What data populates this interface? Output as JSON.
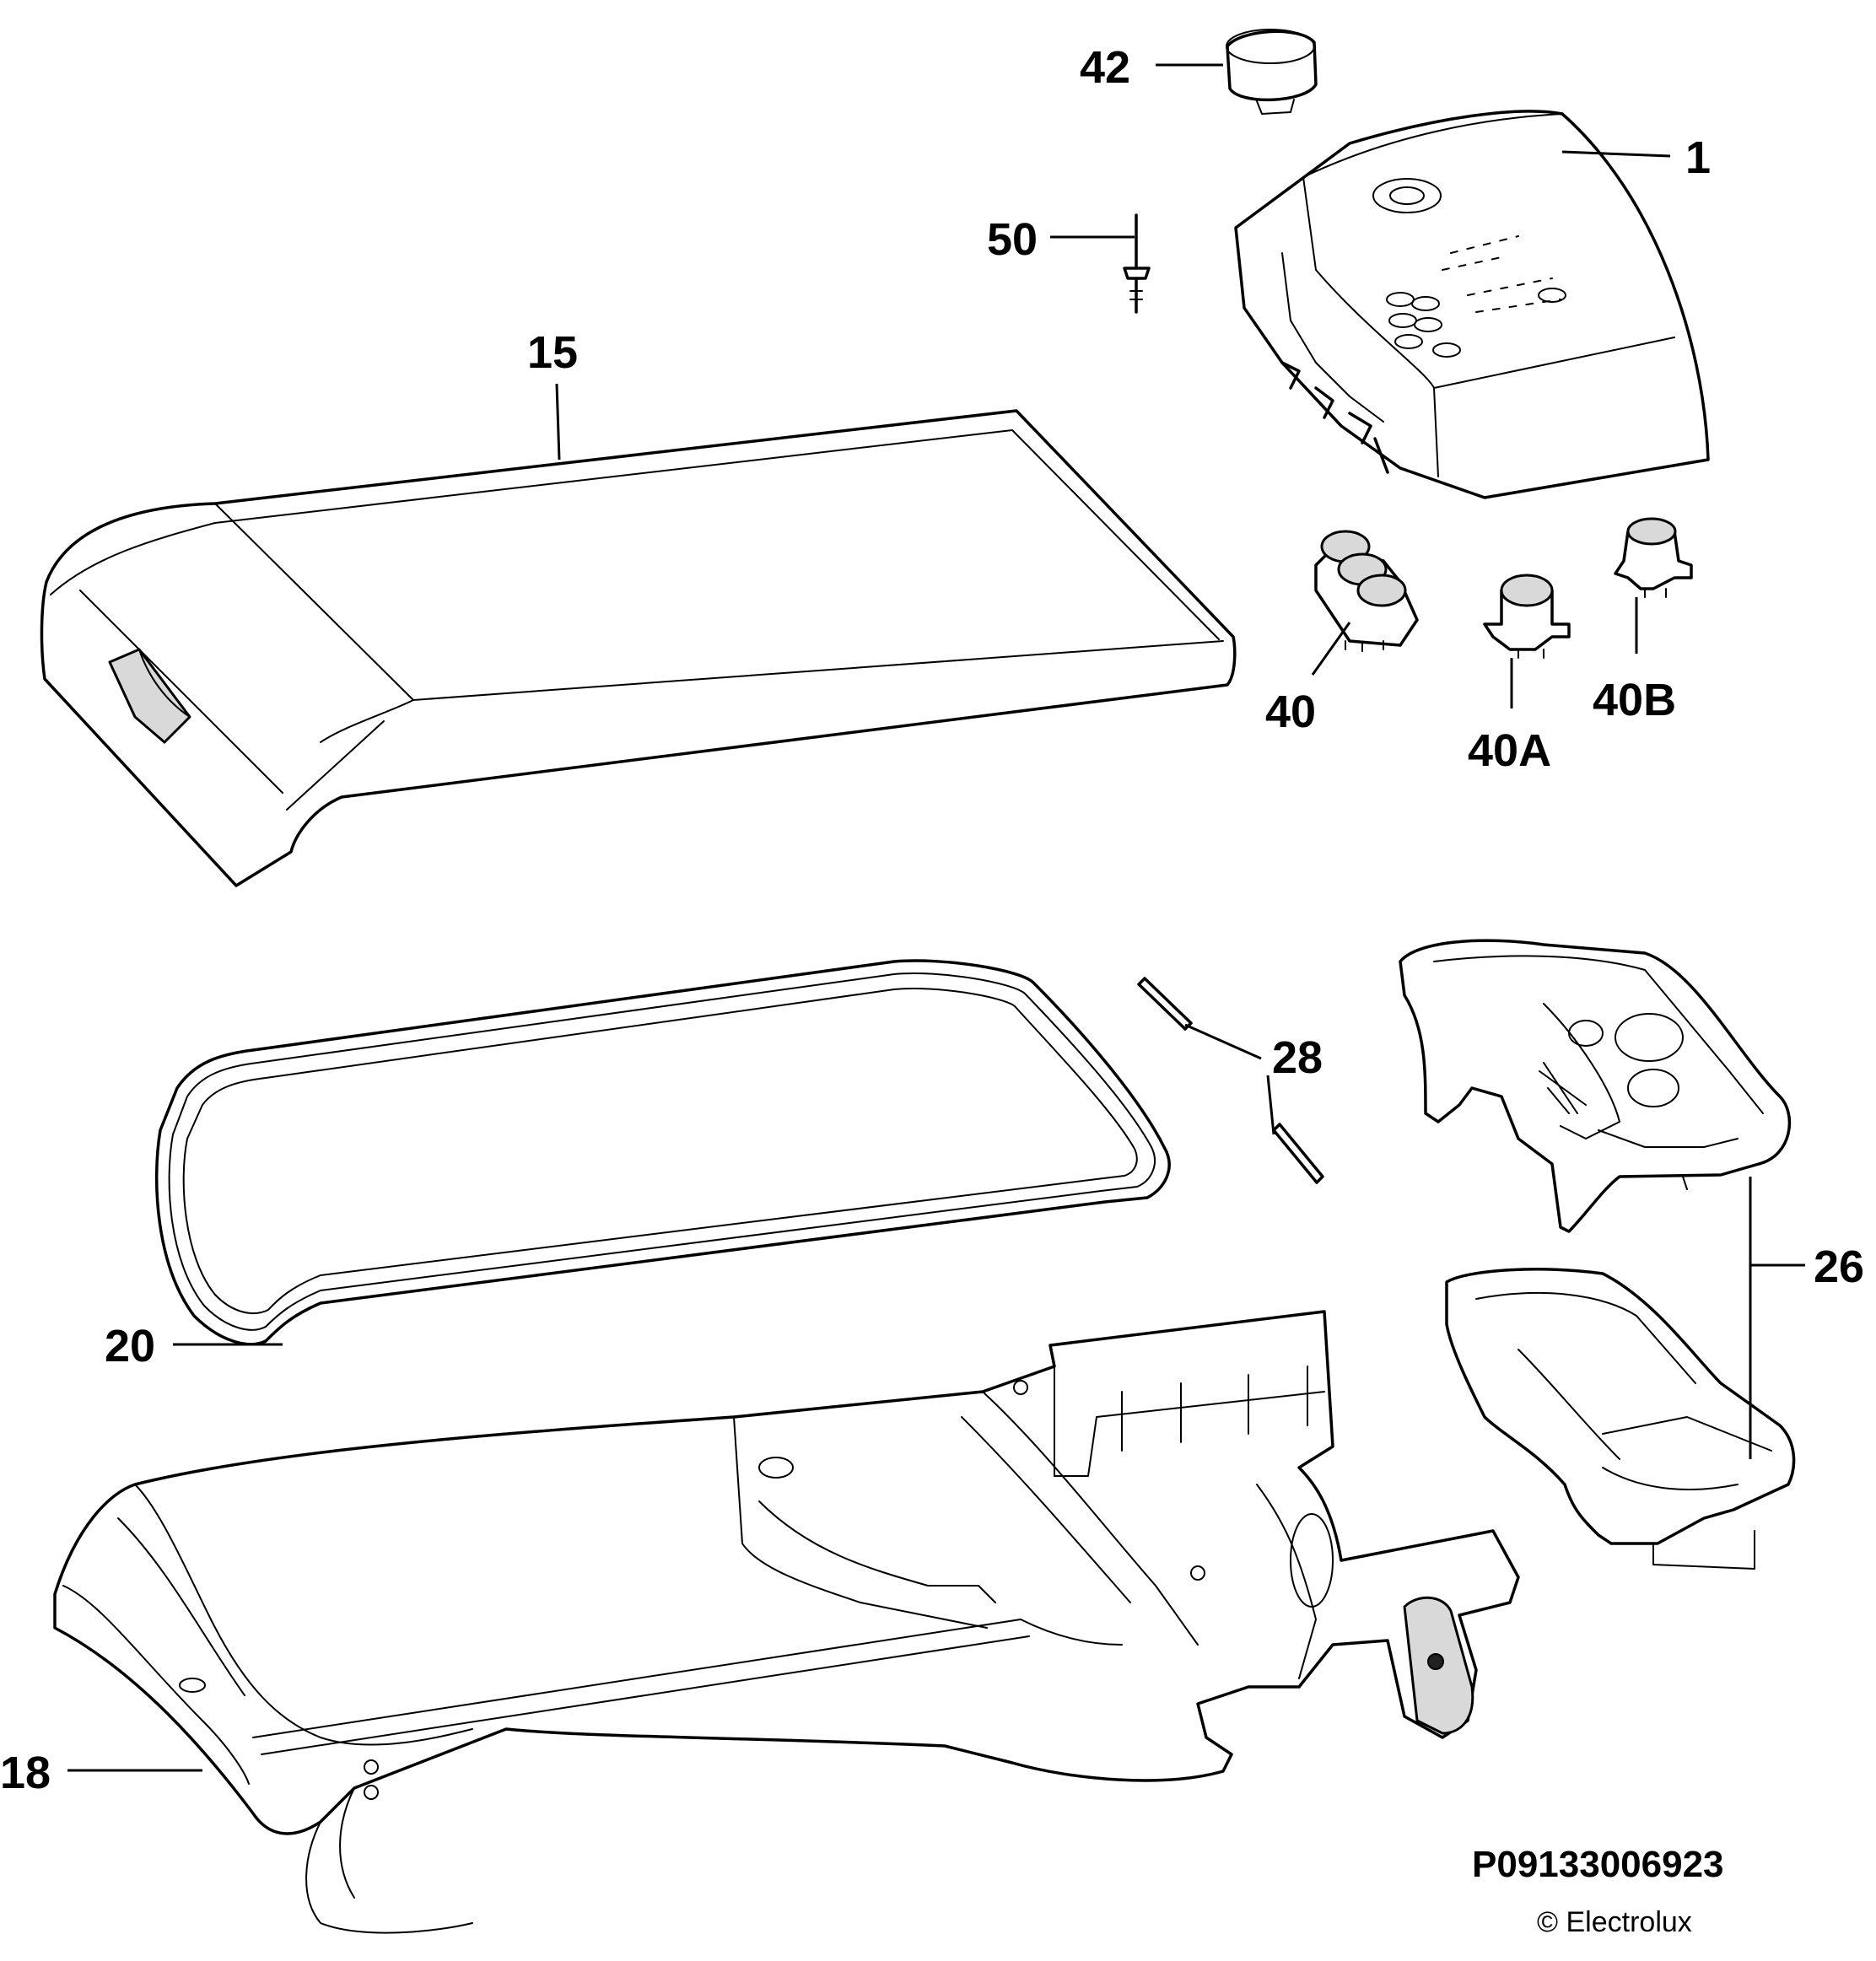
{
  "labels": {
    "p42": "42",
    "p1": "1",
    "p50": "50",
    "p15": "15",
    "p40": "40",
    "p40A": "40A",
    "p40B": "40B",
    "p28": "28",
    "p26": "26",
    "p20": "20",
    "p18": "18"
  },
  "footer": {
    "code": "P09133006923",
    "copyright": "© Electrolux"
  }
}
